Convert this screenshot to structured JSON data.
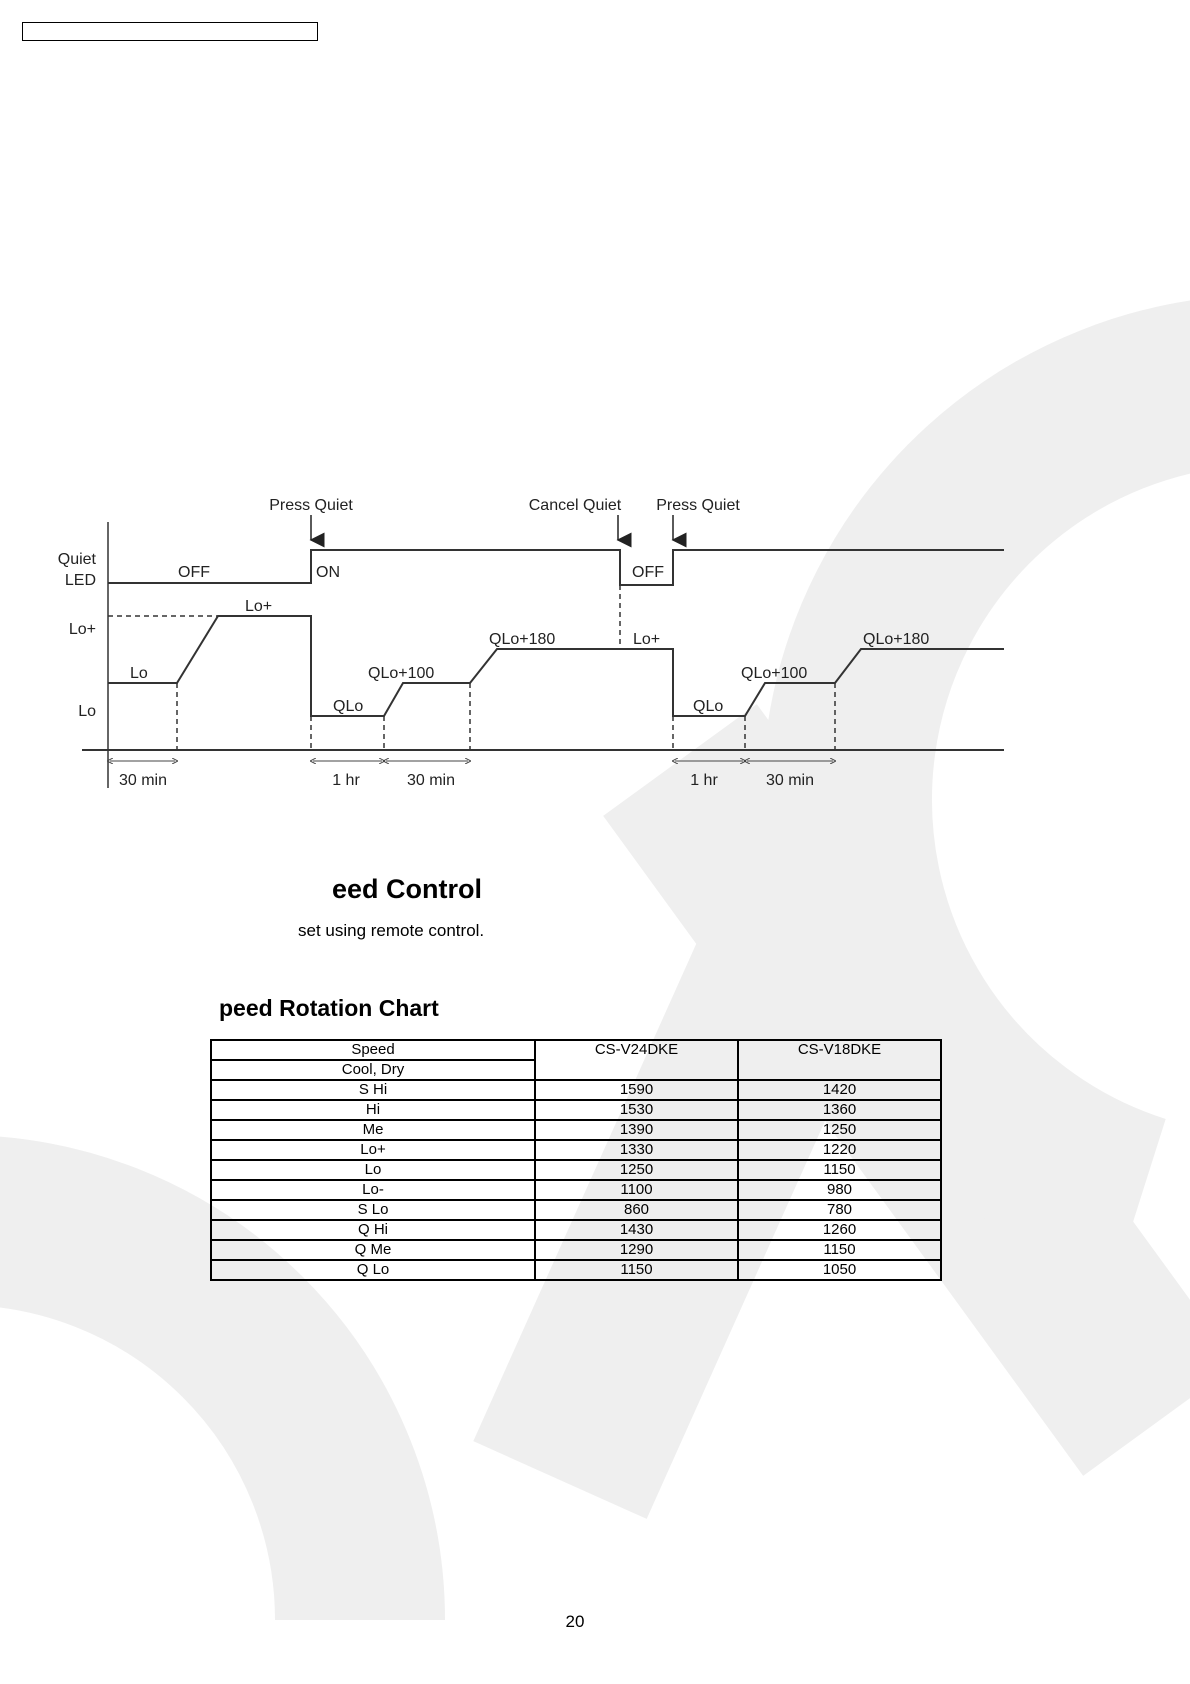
{
  "diagram": {
    "quiet_led_label": [
      "Quiet",
      "LED"
    ],
    "level_labels": {
      "lo_plus": "Lo+",
      "lo": "Lo"
    },
    "press_quiet_1": "Press Quiet",
    "cancel_quiet": "Cancel Quiet",
    "press_quiet_2": "Press Quiet",
    "led_off_1": "OFF",
    "led_on": "ON",
    "led_off_2": "OFF",
    "seg_lo": "Lo",
    "seg_lo_plus_1": "Lo+",
    "seg_qlo_1": "QLo",
    "seg_qlo100_1": "QLo+100",
    "seg_qlo180_1": "QLo+180",
    "seg_lo_plus_2": "Lo+",
    "seg_qlo_2": "QLo",
    "seg_qlo100_2": "QLo+100",
    "seg_qlo180_2": "QLo+180",
    "dur_30min_1": "30 min",
    "dur_1hr_1": "1 hr",
    "dur_30min_2": "30 min",
    "dur_1hr_2": "1 hr",
    "dur_30min_3": "30 min"
  },
  "section_title": "eed Control",
  "section_text": "set using remote control.",
  "chart_title": "peed Rotation Chart",
  "table": {
    "speed_header": "Speed",
    "mode_header": "Cool, Dry",
    "model_1": "CS-V24DKE",
    "model_2": "CS-V18DKE",
    "rows": [
      {
        "speed": "S Hi",
        "v24": "1590",
        "v18": "1420"
      },
      {
        "speed": "Hi",
        "v24": "1530",
        "v18": "1360"
      },
      {
        "speed": "Me",
        "v24": "1390",
        "v18": "1250"
      },
      {
        "speed": "Lo+",
        "v24": "1330",
        "v18": "1220"
      },
      {
        "speed": "Lo",
        "v24": "1250",
        "v18": "1150"
      },
      {
        "speed": "Lo-",
        "v24": "1100",
        "v18": "980"
      },
      {
        "speed": "S Lo",
        "v24": "860",
        "v18": "780"
      },
      {
        "speed": "Q Hi",
        "v24": "1430",
        "v18": "1260"
      },
      {
        "speed": "Q Me",
        "v24": "1290",
        "v18": "1150"
      },
      {
        "speed": "Q Lo",
        "v24": "1150",
        "v18": "1050"
      }
    ]
  },
  "page_number": "20"
}
